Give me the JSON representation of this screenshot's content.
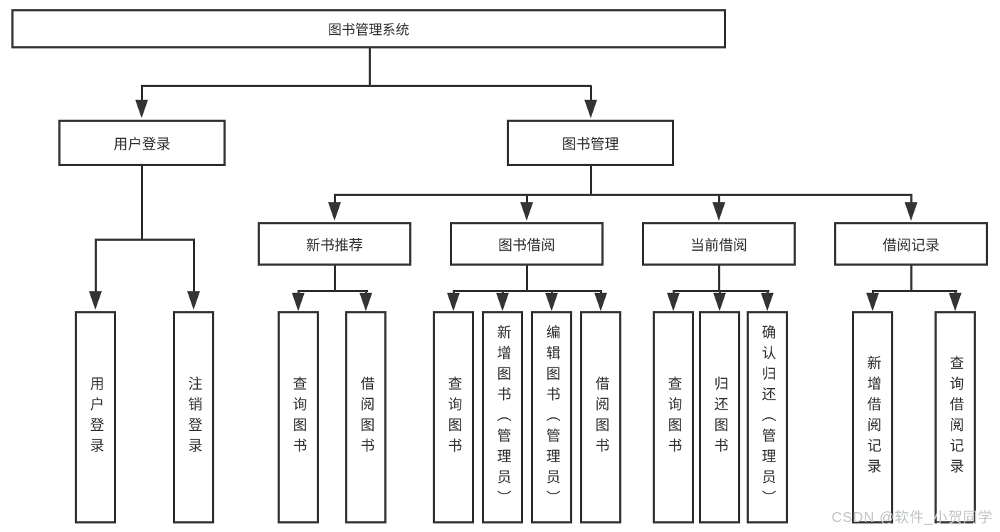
{
  "tree": {
    "root": "图书管理系统",
    "branches": [
      {
        "label": "用户登录",
        "children": [
          "用户登录",
          "注销登录"
        ]
      },
      {
        "label": "图书管理",
        "children": [
          {
            "label": "新书推荐",
            "children": [
              "查询图书",
              "借阅图书"
            ]
          },
          {
            "label": "图书借阅",
            "children": [
              "查询图书",
              "新增图书（管理员）",
              "编辑图书（管理员）",
              "借阅图书"
            ]
          },
          {
            "label": "当前借阅",
            "children": [
              "查询图书",
              "归还图书",
              "确认归还（管理员）"
            ]
          },
          {
            "label": "借阅记录",
            "children": [
              "新增借阅记录",
              "查询借阅记录"
            ]
          }
        ]
      }
    ]
  },
  "watermark": "CSDN @软件_小贺同学",
  "colors": {
    "line": "#343434",
    "text": "#2e2e2e",
    "background": "#ffffff",
    "watermark": "#c0c4c7"
  }
}
